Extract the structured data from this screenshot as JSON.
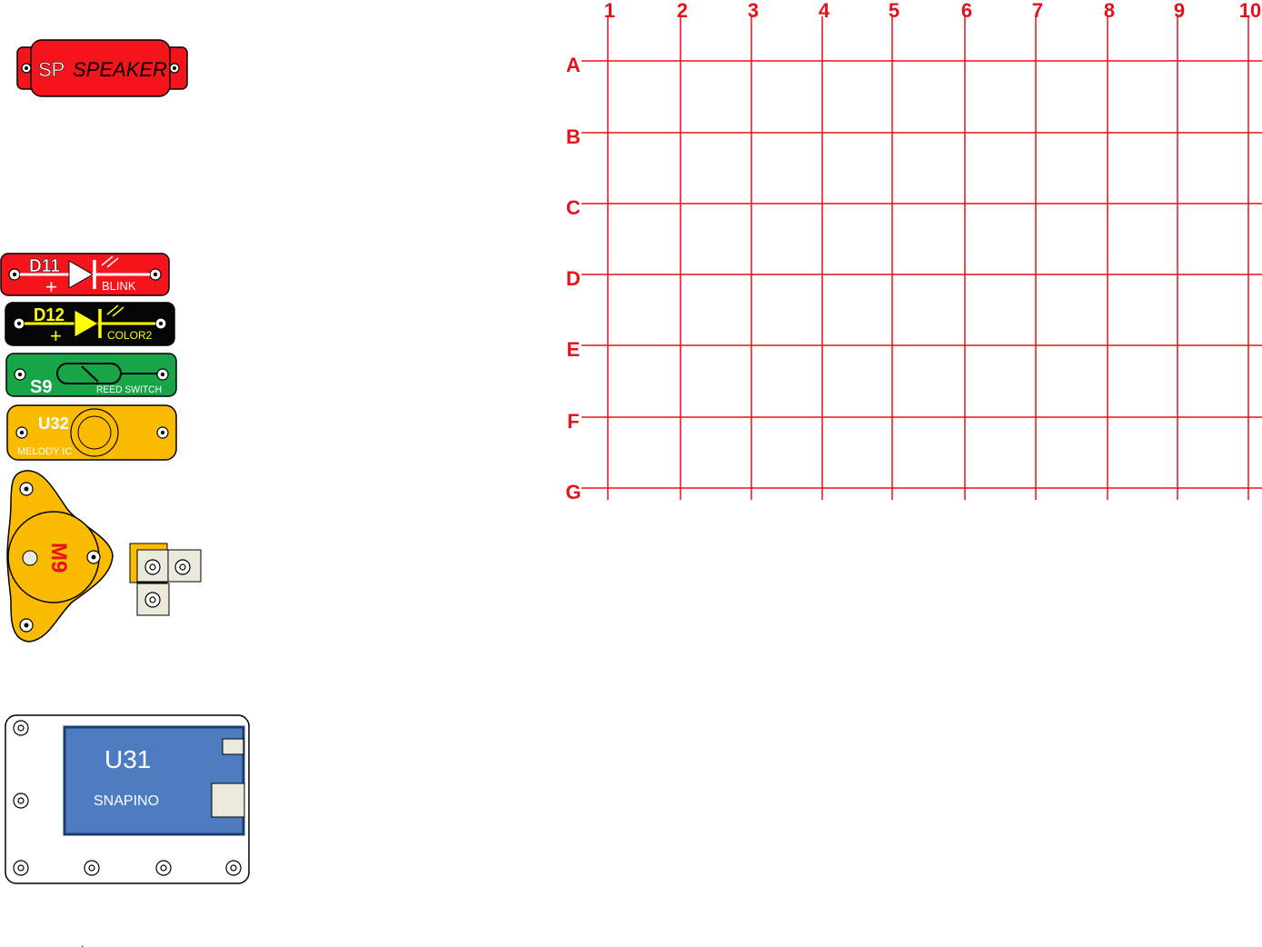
{
  "colors": {
    "grid": "#e8101a",
    "red_part": "#f5141b",
    "black_part": "#050505",
    "green_part": "#17a547",
    "orange_part": "#fbbb00",
    "blue_board": "#4d7cc0",
    "snap": "#ebe8dc",
    "yellow_label": "#ffff00"
  },
  "grid": {
    "columns": [
      "1",
      "2",
      "3",
      "4",
      "5",
      "6",
      "7",
      "8",
      "9",
      "10"
    ],
    "rows": [
      "A",
      "B",
      "C",
      "D",
      "E",
      "F",
      "G"
    ]
  },
  "parts": {
    "speaker": {
      "code": "SP",
      "name": "SPEAKER"
    },
    "d11": {
      "code": "D11",
      "polarity": "+",
      "name": "BLINK"
    },
    "d12": {
      "code": "D12",
      "polarity": "+",
      "name": "COLOR2"
    },
    "s9": {
      "code": "S9",
      "name": "REED SWITCH"
    },
    "u32": {
      "code": "U32",
      "name": "MELODY IC"
    },
    "m9": {
      "code": "M9"
    },
    "u31": {
      "code": "U31",
      "name": "SNAPINO"
    }
  },
  "footnote": "."
}
